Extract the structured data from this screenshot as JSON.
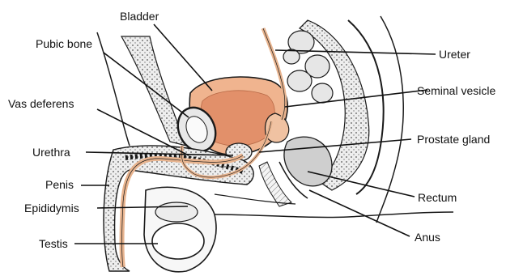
{
  "labels": {
    "bladder": "Bladder",
    "pubic_bone": "Pubic bone",
    "vas_deferens": "Vas deferens",
    "urethra": "Urethra",
    "penis": "Penis",
    "epididymis": "Epididymis",
    "testis": "Testis",
    "ureter": "Ureter",
    "seminal_vesicle": "Seminal vesicle",
    "prostate_gland": "Prostate gland",
    "rectum": "Rectum",
    "anus": "Anus"
  },
  "colors": {
    "bladder_fill": "#f0b48f",
    "bladder_inner": "#e2906a",
    "urethra_tube": "#e8b48f",
    "tissue_grey": "#d9d9d9",
    "outline": "#1a1a1a",
    "leader_line": "#111111"
  }
}
